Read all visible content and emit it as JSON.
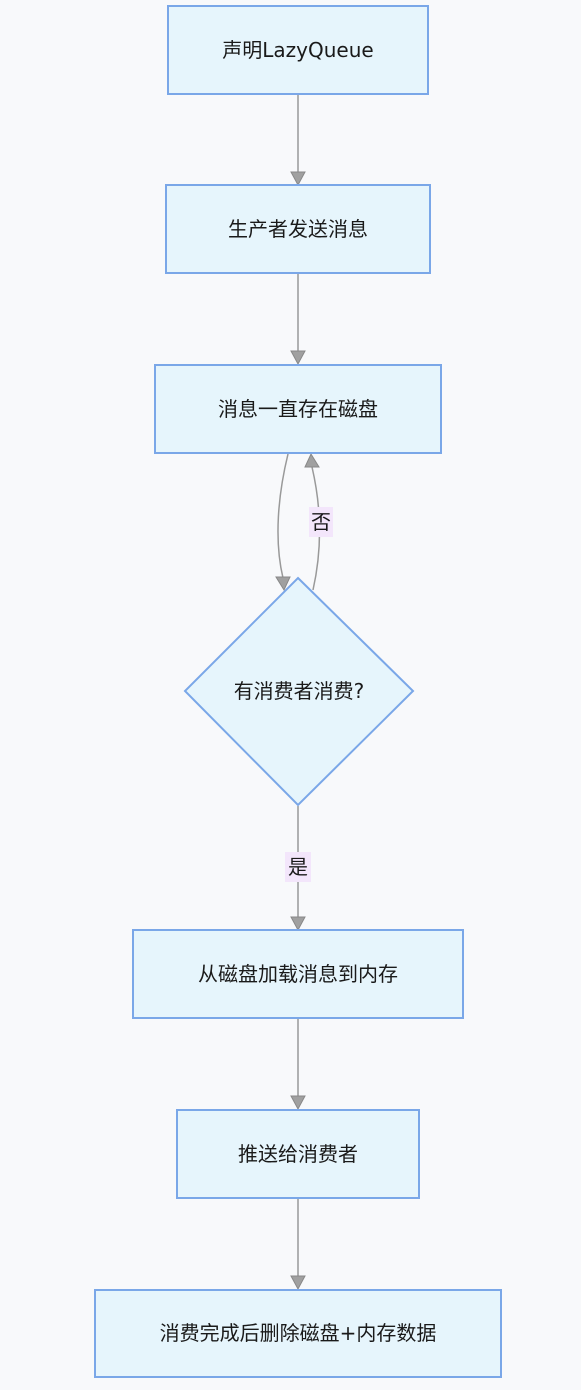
{
  "nodes": {
    "declare": {
      "label": "声明LazyQueue"
    },
    "produce": {
      "label": "生产者发送消息"
    },
    "store": {
      "label": "消息一直存在磁盘"
    },
    "decision": {
      "label": "有消费者消费?"
    },
    "load": {
      "label": "从磁盘加载消息到内存"
    },
    "push": {
      "label": "推送给消费者"
    },
    "delete": {
      "label": "消费完成后删除磁盘+内存数据"
    }
  },
  "edges": {
    "no_label": "否",
    "yes_label": "是"
  },
  "colors": {
    "node_fill": "#e6f5fc",
    "node_stroke": "#7aa7e8",
    "edge_stroke": "#999999",
    "edge_label_bg": "#f3e6fb",
    "background": "#f8f9fb"
  }
}
